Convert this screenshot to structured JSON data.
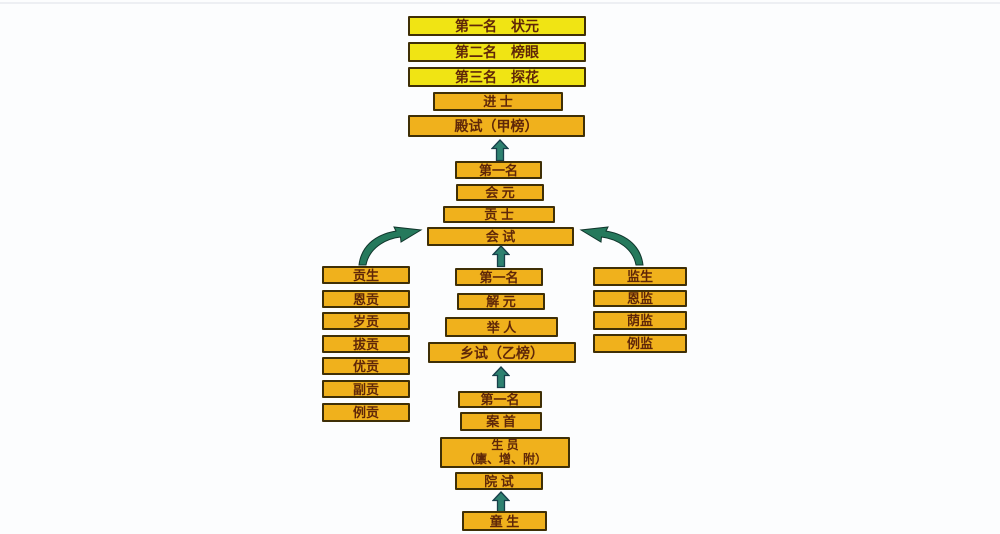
{
  "palette": {
    "bg": "#fcfdfe",
    "yellow": "#f0e414",
    "amber": "#f0b11c",
    "box_border": "#3f2f06",
    "text": "#5f2708",
    "arrow": "#2e8170",
    "arrow_dark": "#173f4a",
    "curve": "#25795c",
    "curve_dark": "#10362c"
  },
  "boxes": {
    "rank1": "第一名　状元",
    "rank2": "第二名　榜眼",
    "rank3": "第三名　探花",
    "jinshi": "进 士",
    "dianshi": "殿试（甲榜）",
    "huishi_rank1": "第一名",
    "huiyuan": "会 元",
    "gongshi": "贡 士",
    "huishi": "会 试",
    "gongsheng": "贡生",
    "engong": "恩贡",
    "suigong": "岁贡",
    "bagong": "拔贡",
    "yougong": "优贡",
    "fugong": "副贡",
    "ligong": "例贡",
    "xiangshi_rank1": "第一名",
    "jieyuan": "解 元",
    "juren": "举 人",
    "xiangshi": "乡试（乙榜）",
    "jiansheng": "监生",
    "enjian": "恩监",
    "yinjian": "荫监",
    "lijian": "例监",
    "yuanshi_rank1": "第一名",
    "anshou": "案 首",
    "shengyuan_line1": "生 员",
    "shengyuan_line2": "（廪、增、附）",
    "yuanshi": "院 试",
    "tongsheng": "童 生"
  }
}
